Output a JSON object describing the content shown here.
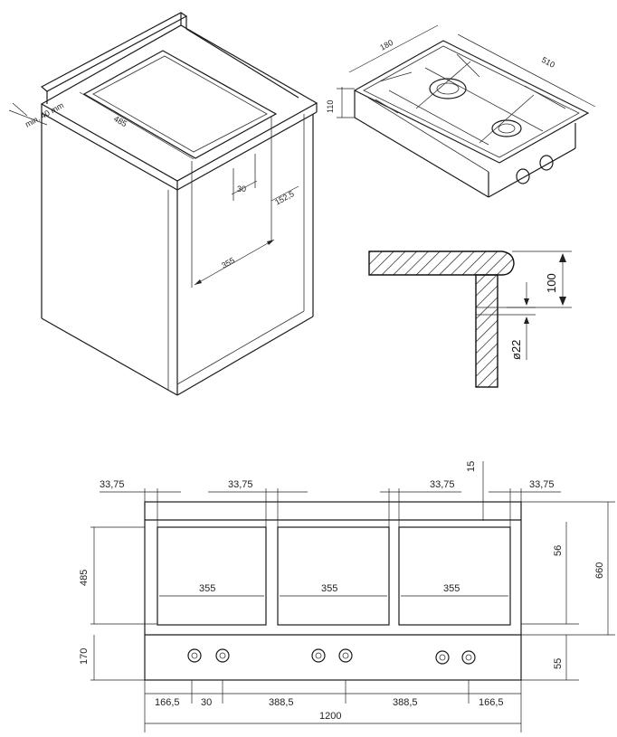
{
  "cabinet": {
    "width": "485",
    "min_edge": "min. 40 mm",
    "hole_width": "30",
    "hole_offset": "152,5",
    "cut_width": "355"
  },
  "hob_iso": {
    "depth": "180",
    "width": "510",
    "height": "110"
  },
  "section": {
    "height": "100",
    "hole": "ø22"
  },
  "front": {
    "gap_1": "33,75",
    "gap_2": "33,75",
    "gap_3": "33,75",
    "gap_4": "33,75",
    "top_strip": "15",
    "panel_height_left": "485",
    "panel_height_right": "56",
    "total_height": "660",
    "lower_height_left": "170",
    "lower_height_right": "55",
    "panel_1": "355",
    "panel_2": "355",
    "panel_3": "355",
    "bottom_1": "166,5",
    "bottom_2": "30",
    "bottom_3": "388,5",
    "bottom_4": "388,5",
    "bottom_5": "166,5",
    "total_width": "1200"
  }
}
